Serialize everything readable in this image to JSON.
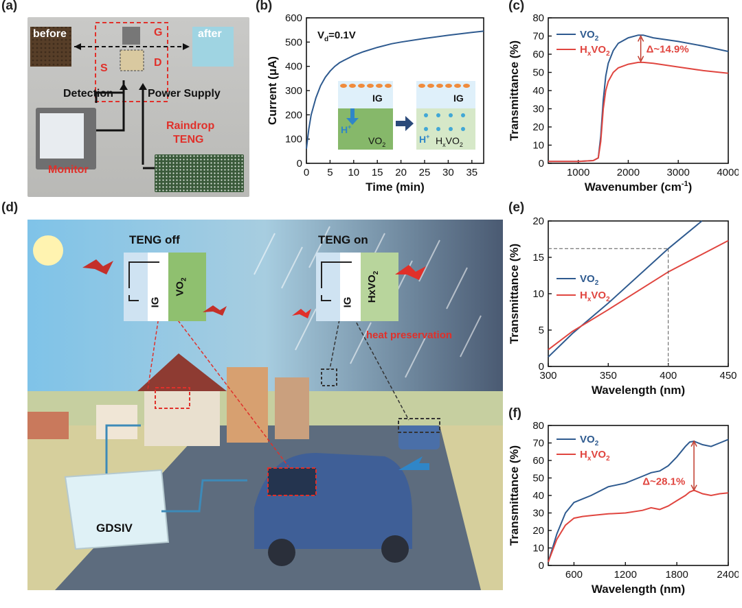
{
  "panel_labels": {
    "a": "(a)",
    "b": "(b)",
    "c": "(c)",
    "d": "(d)",
    "e": "(e)",
    "f": "(f)"
  },
  "panel_a": {
    "before": "before",
    "after": "after",
    "gate": "G",
    "source": "S",
    "drain": "D",
    "detection": "Detection",
    "power_supply": "Power Supply",
    "monitor": "Monitor",
    "raindrop": "Raindrop",
    "teng": "TENG"
  },
  "panel_d": {
    "teng_off": "TENG off",
    "teng_on": "TENG on",
    "ig_left": "IG",
    "ig_right": "IG",
    "vo2_box": "VO",
    "vo2_box_sub": "2",
    "hxvo2_box": "HxVO",
    "hxvo2_box_sub": "2",
    "heat_preservation": "heat preservation",
    "gdsiv": "GDSIV"
  },
  "colors": {
    "vo2": "#2e5a8f",
    "hxvo2": "#e0453f",
    "red_label": "#e0302a"
  },
  "chart_data": [
    {
      "id": "b",
      "type": "line",
      "xlabel": "Time (min)",
      "ylabel": "Current (μA)",
      "xlim": [
        0,
        37.5
      ],
      "ylim": [
        0,
        600
      ],
      "xticks": [
        0,
        5,
        10,
        15,
        20,
        25,
        30,
        35
      ],
      "yticks": [
        0,
        100,
        200,
        300,
        400,
        500,
        600
      ],
      "annotation": {
        "main": "V",
        "sub": "d",
        "rest": "=0.1V"
      },
      "inset": {
        "ig_left": "IG",
        "ig_right": "IG",
        "h_left": "H",
        "h_right": "H",
        "plus": "+",
        "vo2": "VO",
        "vo2_sub": "2",
        "hxvo2_h": "H",
        "hxvo2_x": "x",
        "hxvo2_vo": "VO",
        "hxvo2_sub": "2"
      },
      "series": [
        {
          "x": [
            0,
            0.5,
            1,
            2,
            3,
            4,
            5,
            6,
            7,
            8,
            10,
            12,
            15,
            18,
            20,
            25,
            30,
            35,
            37.5
          ],
          "y": [
            60,
            140,
            200,
            270,
            320,
            355,
            380,
            400,
            415,
            425,
            445,
            460,
            478,
            493,
            500,
            515,
            528,
            540,
            545
          ]
        }
      ]
    },
    {
      "id": "c",
      "type": "line",
      "xlabel": "Wavenumber (cm",
      "xlabel_sup": "-1",
      "xlabel_end": ")",
      "ylabel": "Transmittance (%)",
      "xlim": [
        400,
        4000
      ],
      "ylim": [
        0,
        80
      ],
      "xticks": [
        1000,
        2000,
        3000,
        4000
      ],
      "yticks": [
        0,
        10,
        20,
        30,
        40,
        50,
        60,
        70,
        80
      ],
      "legend_position": "top-left",
      "annotation": "Δ~14.9%",
      "series": [
        {
          "name": "VO",
          "name_sub": "2",
          "name_prefix": "",
          "x": [
            400,
            1000,
            1300,
            1400,
            1450,
            1500,
            1550,
            1600,
            1700,
            1800,
            2000,
            2200,
            2300,
            2500,
            3000,
            3500,
            4000
          ],
          "y": [
            1,
            1,
            1.5,
            3,
            15,
            35,
            48,
            55,
            62,
            66,
            69,
            70.5,
            70.5,
            69,
            67,
            64.5,
            61.5
          ]
        },
        {
          "name": "VO",
          "name_sub": "2",
          "name_prefix": "H",
          "name_prefix_sub": "x",
          "x": [
            400,
            1000,
            1300,
            1400,
            1450,
            1500,
            1550,
            1600,
            1700,
            1800,
            2000,
            2200,
            2300,
            2500,
            3000,
            3500,
            4000
          ],
          "y": [
            1,
            1,
            1.5,
            3,
            12,
            30,
            40,
            45,
            50,
            52.5,
            54.5,
            55.5,
            55.5,
            55,
            53,
            51,
            49.5
          ]
        }
      ]
    },
    {
      "id": "e",
      "type": "line",
      "xlabel": "Wavelength (nm)",
      "ylabel": "Transmittance (%)",
      "xlim": [
        300,
        450
      ],
      "ylim": [
        0,
        20
      ],
      "xticks": [
        300,
        350,
        400,
        450
      ],
      "yticks": [
        0,
        5,
        10,
        15,
        20
      ],
      "legend_position": "center-left",
      "series": [
        {
          "name": "VO",
          "name_sub": "2",
          "name_prefix": "",
          "x": [
            300,
            320,
            350,
            400,
            428
          ],
          "y": [
            1.3,
            4.5,
            8.7,
            16.2,
            20
          ]
        },
        {
          "name": "VO",
          "name_sub": "2",
          "name_prefix": "H",
          "name_prefix_sub": "x",
          "x": [
            300,
            320,
            350,
            400,
            450
          ],
          "y": [
            2.3,
            4.8,
            7.8,
            13,
            17.3
          ]
        }
      ]
    },
    {
      "id": "f",
      "type": "line",
      "xlabel": "Wavelength (nm)",
      "ylabel": "Transmittance (%)",
      "xlim": [
        300,
        2400
      ],
      "ylim": [
        0,
        80
      ],
      "xticks": [
        600,
        1200,
        1800,
        2400
      ],
      "yticks": [
        0,
        10,
        20,
        30,
        40,
        50,
        60,
        70,
        80
      ],
      "legend_position": "top-left",
      "annotation": "Δ~28.1%",
      "series": [
        {
          "name": "VO",
          "name_sub": "2",
          "name_prefix": "",
          "x": [
            300,
            400,
            500,
            600,
            700,
            800,
            1000,
            1200,
            1400,
            1500,
            1600,
            1700,
            1800,
            1900,
            1950,
            2000,
            2050,
            2100,
            2200,
            2300,
            2400
          ],
          "y": [
            2,
            18,
            30,
            36,
            38,
            40,
            45,
            47,
            51,
            53,
            54,
            57,
            62,
            68,
            70.5,
            71,
            70,
            69,
            68,
            70,
            72
          ]
        },
        {
          "name": "VO",
          "name_sub": "2",
          "name_prefix": "H",
          "name_prefix_sub": "x",
          "x": [
            300,
            400,
            500,
            600,
            700,
            800,
            1000,
            1200,
            1400,
            1500,
            1600,
            1700,
            1800,
            1900,
            1950,
            2000,
            2050,
            2100,
            2200,
            2300,
            2400
          ],
          "y": [
            2,
            15,
            23,
            27,
            28,
            28.5,
            29.5,
            30,
            31.5,
            33,
            32,
            34,
            37,
            40,
            42,
            43,
            42,
            41,
            40,
            41,
            41.5
          ]
        }
      ]
    }
  ]
}
